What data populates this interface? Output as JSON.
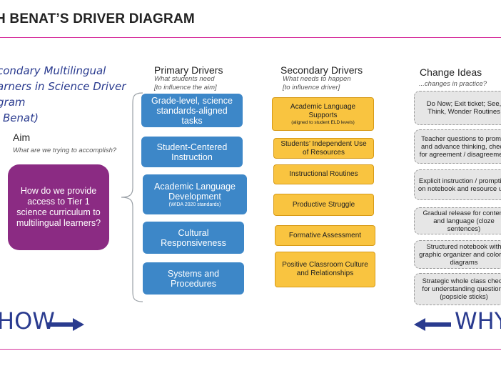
{
  "header": {
    "title": "H BENAT’S DRIVER DIAGRAM"
  },
  "diagram_title": [
    "condary Multilingual",
    "arners in Science Driver",
    "gram",
    "Benat)"
  ],
  "aim": {
    "heading": "Aim",
    "question": "What are we trying to accomplish?",
    "text": "How do we provide access to Tier 1 science curriculum to multilingual learners?"
  },
  "primary": {
    "heading": "Primary Drivers",
    "sub1": "What students need",
    "sub2": "[to influence the aim]",
    "items": [
      {
        "label": "Grade-level, science standards-aligned tasks",
        "note": ""
      },
      {
        "label": "Student-Centered Instruction",
        "note": ""
      },
      {
        "label": "Academic Language Development",
        "note": "(WIDA 2020 standards)"
      },
      {
        "label": "Cultural Responsiveness",
        "note": ""
      },
      {
        "label": "Systems and Procedures",
        "note": ""
      }
    ]
  },
  "secondary": {
    "heading": "Secondary Drivers",
    "sub1": "What needs to happen",
    "sub2": "[to influence driver]",
    "items": [
      {
        "label": "Academic Language Supports",
        "note": "(aligned to student ELD levels)"
      },
      {
        "label": "Students’ Independent Use of Resources",
        "note": ""
      },
      {
        "label": "Instructional Routines",
        "note": ""
      },
      {
        "label": "Productive Struggle",
        "note": ""
      },
      {
        "label": "Formative Assessment",
        "note": ""
      },
      {
        "label": "Positive Classroom Culture and Relationships",
        "note": ""
      }
    ]
  },
  "change": {
    "heading": "Change Ideas",
    "sub": "...changes in practice?",
    "items": [
      "Do Now; Exit ticket; See, Think, Wonder Routines",
      "Teacher questions to prompt and advance thinking, check for agreement / disagreement",
      "Explicit instruction / prompting on notebook and resource use",
      "Gradual release for content and language (cloze sentences)",
      "Structured notebook with graphic organizer and colored diagrams",
      "Strategic whole class check for understanding questions (popsicle sticks)"
    ]
  },
  "footer": {
    "how": "HOW",
    "why": "WHY"
  },
  "colors": {
    "accent": "#d62f9c",
    "aim": "#8b2b83",
    "primary": "#3d87c8",
    "secondary": "#f9c440",
    "change": "#e6e6e6",
    "ink": "#2a3b8f"
  }
}
